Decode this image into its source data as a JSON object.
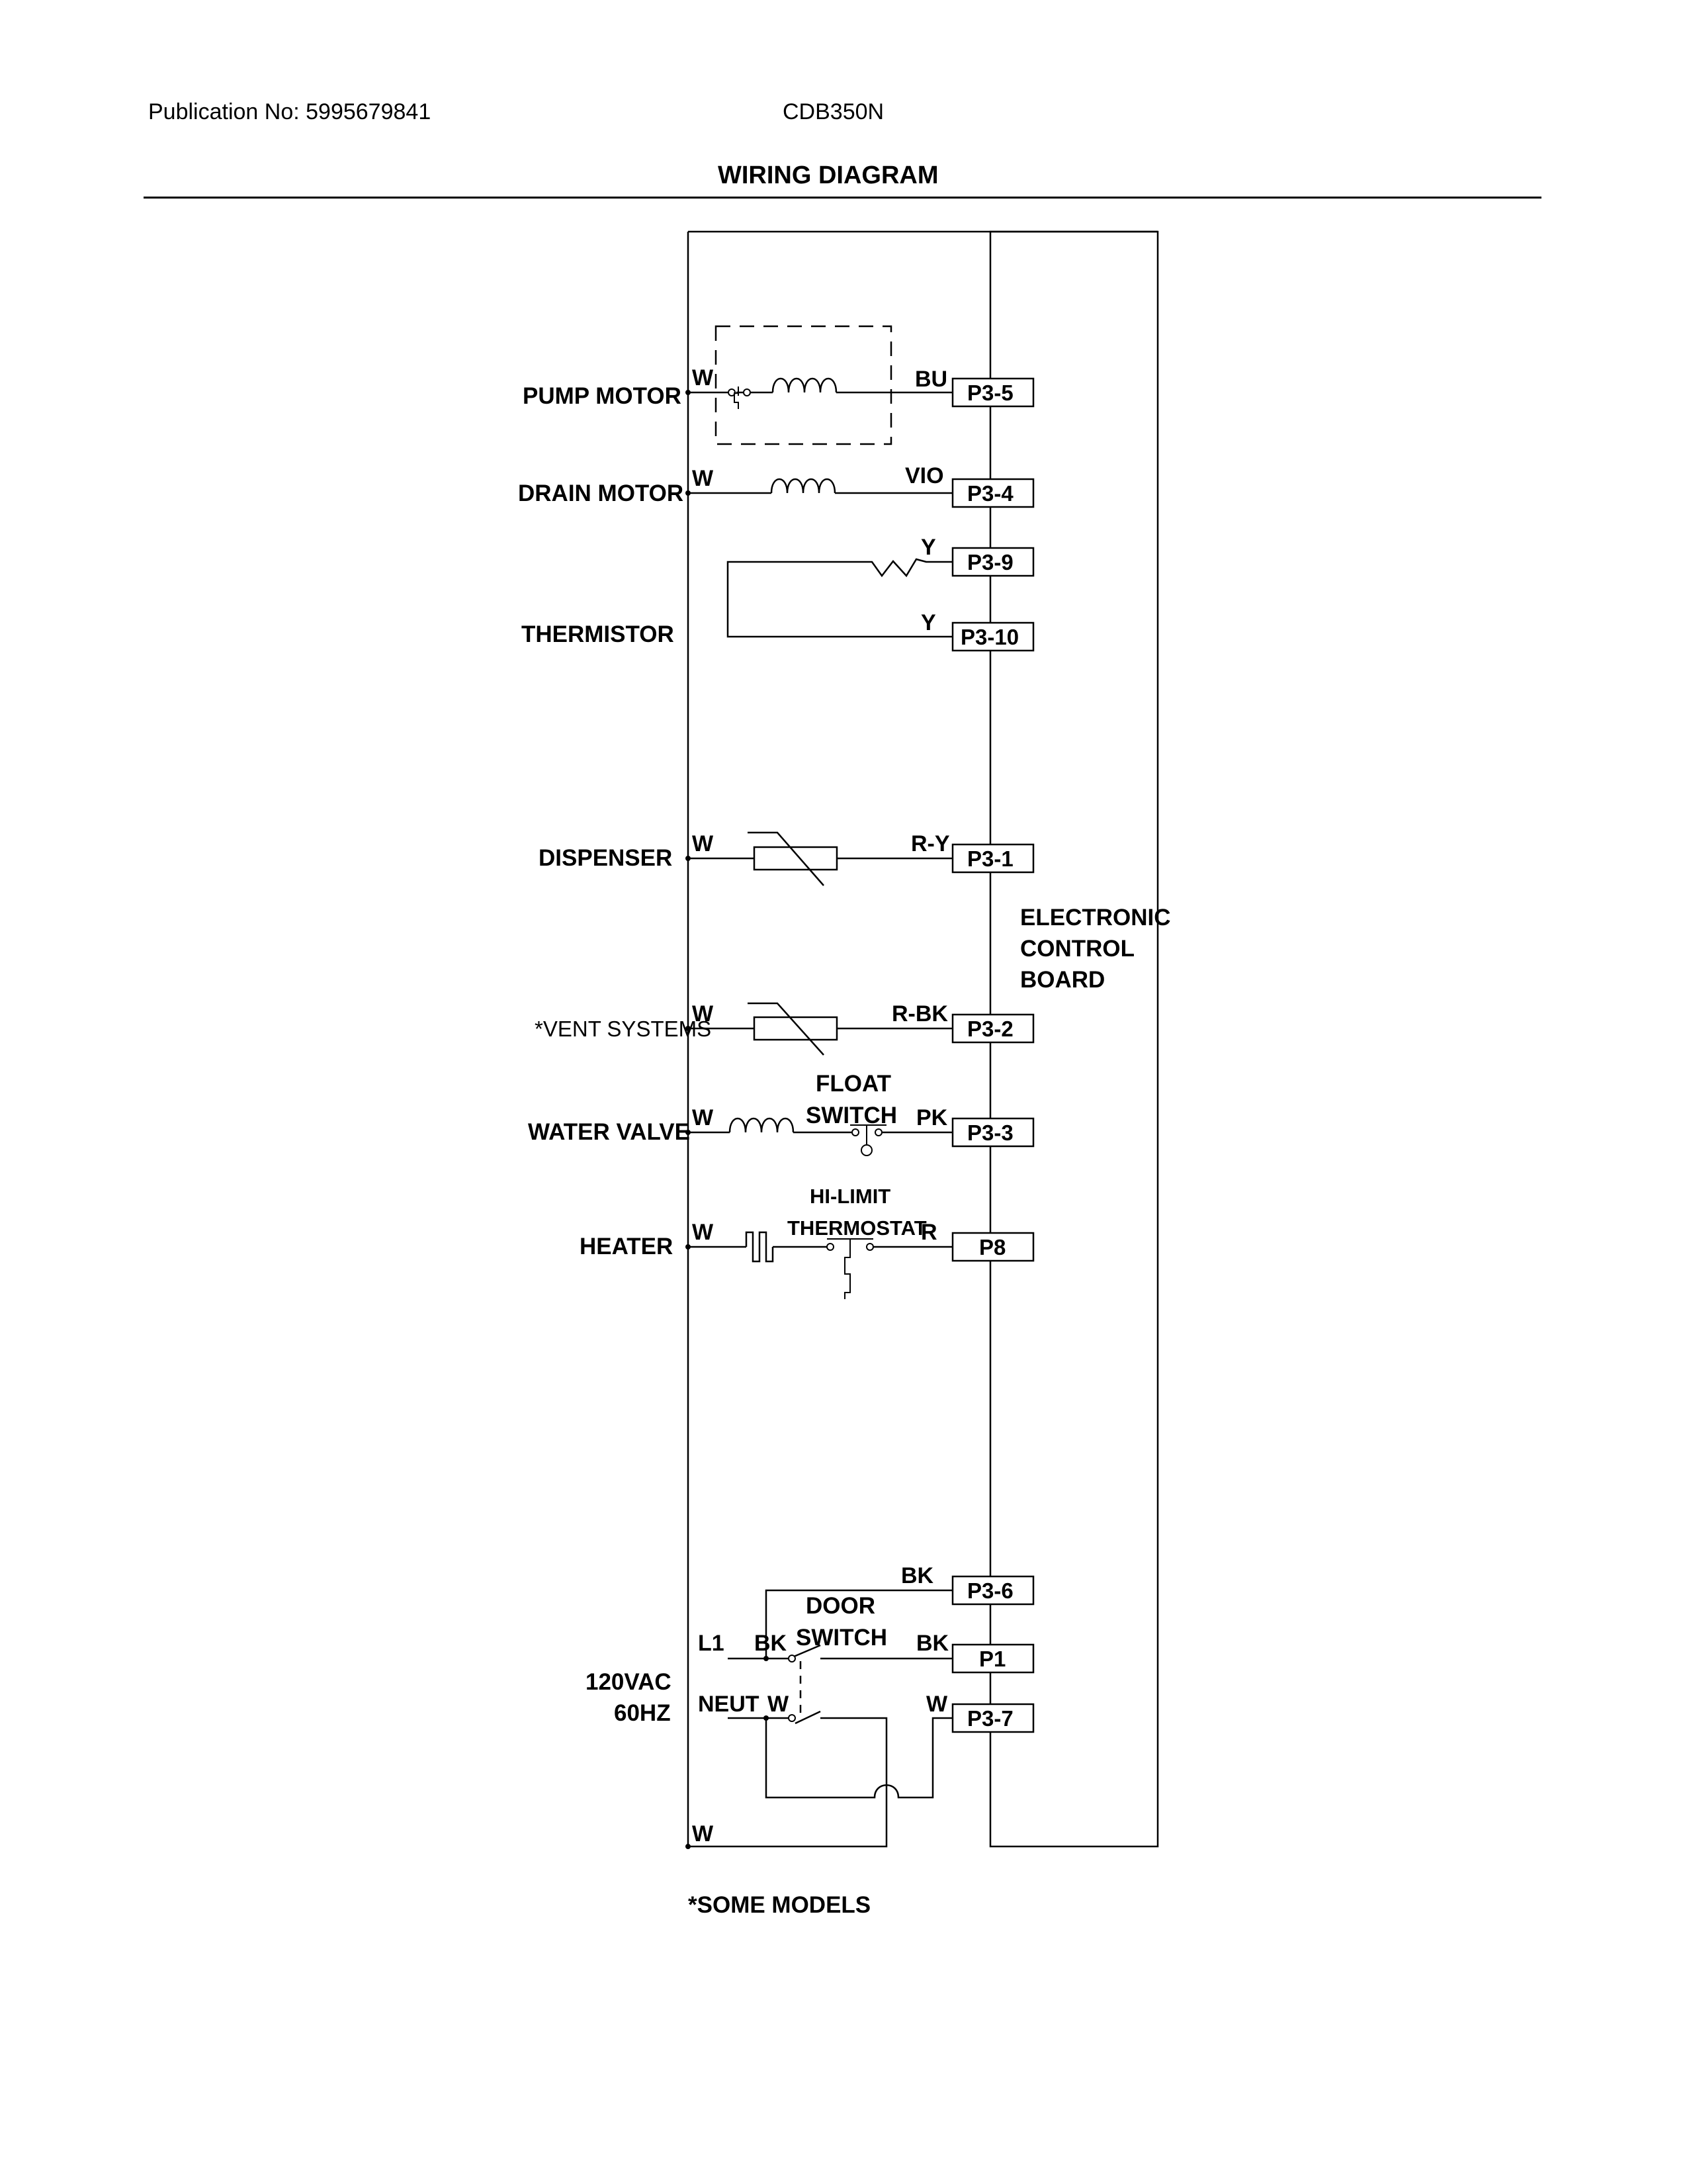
{
  "header": {
    "publication": "Publication No: 5995679841",
    "model": "CDB350N",
    "title": "WIRING DIAGRAM"
  },
  "components": {
    "pump_motor": "PUMP MOTOR",
    "drain_motor": "DRAIN MOTOR",
    "thermistor": "THERMISTOR",
    "dispenser": "DISPENSER",
    "vent_systems": "*VENT SYSTEMS",
    "water_valve": "WATER VALVE",
    "heater": "HEATER",
    "power_line1": "120VAC",
    "power_line2": "60HZ",
    "float_switch_1": "FLOAT",
    "float_switch_2": "SWITCH",
    "hilimit_1": "HI-LIMIT",
    "hilimit_2": "THERMOSTAT",
    "door_switch_1": "DOOR",
    "door_switch_2": "SWITCH"
  },
  "board": {
    "line1": "ELECTRONIC",
    "line2": "CONTROL",
    "line3": "BOARD"
  },
  "pins": {
    "p3_5": "P3-5",
    "p3_4": "P3-4",
    "p3_9": "P3-9",
    "p3_10": "P3-10",
    "p3_1": "P3-1",
    "p3_2": "P3-2",
    "p3_3": "P3-3",
    "p8": "P8",
    "p3_6": "P3-6",
    "p1": "P1",
    "p3_7": "P3-7"
  },
  "wires": {
    "pump_left": "W",
    "pump_right": "BU",
    "drain_left": "W",
    "drain_right": "VIO",
    "therm_top": "Y",
    "therm_bottom": "Y",
    "disp_left": "W",
    "disp_right": "R-Y",
    "vent_left": "W",
    "vent_right": "R-BK",
    "valve_left": "W",
    "valve_right": "PK",
    "heater_left": "W",
    "heater_right": "R",
    "p36_wire": "BK",
    "l1": "L1",
    "l1_wire": "BK",
    "p1_wire": "BK",
    "neut": "NEUT",
    "neut_wire": "W",
    "p37_wire": "W",
    "bottom_wire": "W"
  },
  "footnote": "*SOME MODELS"
}
